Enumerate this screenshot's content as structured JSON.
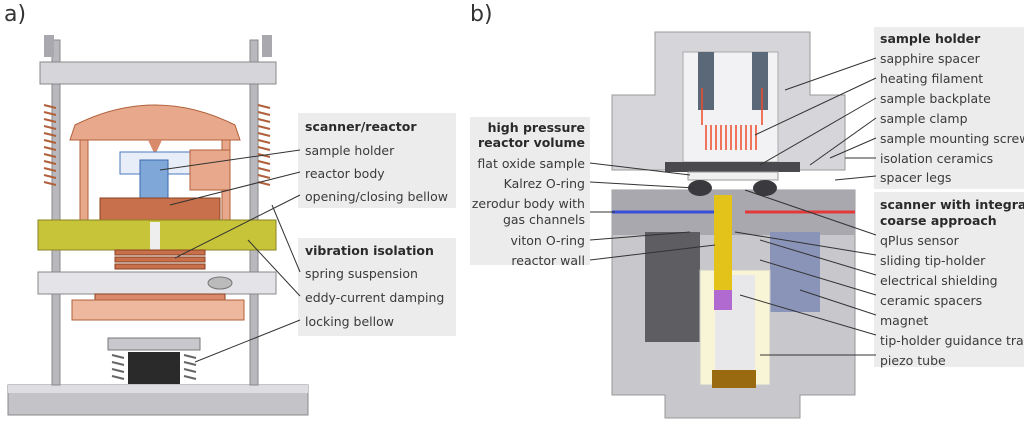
{
  "panels": {
    "a": {
      "label": "a)",
      "groups": [
        {
          "title": "scanner/reactor",
          "items": [
            "sample holder",
            "reactor body",
            "opening/closing bellow"
          ]
        },
        {
          "title": "vibration isolation",
          "items": [
            "spring suspension",
            "eddy-current damping",
            "locking bellow"
          ]
        }
      ]
    },
    "b": {
      "label": "b)",
      "left_group": {
        "title_line1": "high pressure",
        "title_line2": "reactor volume",
        "items": [
          "flat oxide sample",
          "Kalrez O-ring",
          "zerodur body with",
          "gas channels",
          "viton O-ring",
          "reactor wall"
        ]
      },
      "right_groups": [
        {
          "title": "sample holder",
          "items": [
            "sapphire spacer",
            "heating filament",
            "sample backplate",
            "sample clamp",
            "sample mounting screws",
            "isolation ceramics",
            "spacer legs"
          ]
        },
        {
          "title_line1": "scanner with integrated",
          "title_line2": "coarse approach",
          "items": [
            "qPlus sensor",
            "sliding tip-holder",
            "electrical shielding",
            "ceramic spacers",
            "magnet",
            "tip-holder guidance tracks",
            "piezo tube"
          ]
        }
      ]
    }
  },
  "colors": {
    "label_box": "#ececec",
    "copper": "#d98a6a",
    "yellow_damping": "#c8c43a",
    "steel": "#c9c9cd",
    "gas_in": "#3a4fd8",
    "gas_out": "#e23a3a",
    "tip_holder": "#e3c21a",
    "magnet": "#b06ad0",
    "heater": "#f04a2a",
    "piezo": "#f8f4d6"
  }
}
